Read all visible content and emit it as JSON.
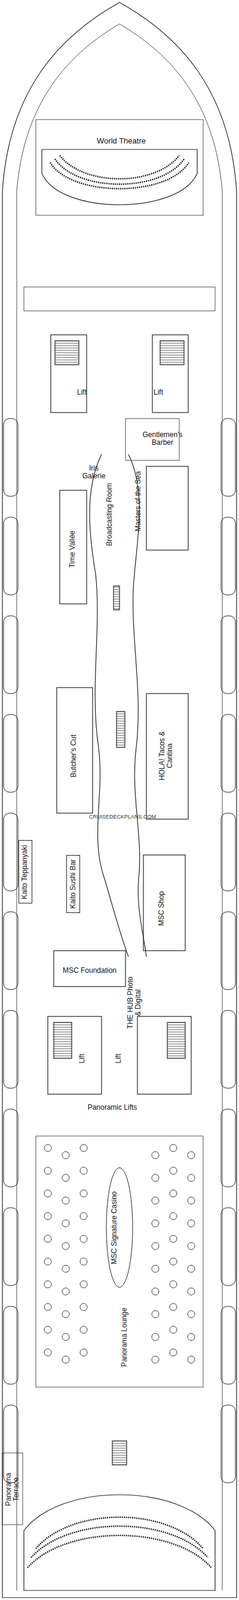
{
  "diagram": {
    "nodes": [
      {
        "text": [
          "Kaito Teppanyaki"
        ]
      },
      {
        "text": [
          "Kaito Sushi Bar"
        ]
      }
    ],
    "labels": [
      "World Theatre",
      "Lift",
      "Lift",
      "Gentlemen's Barber",
      "Iris Galerie",
      "Time Vallée",
      "Broadcasting Room",
      "Masters of the Sea",
      "Butcher's Cut",
      "HOLA! Tacos & Cantina",
      "CRUISEDECKPLANS.COM",
      "MSC Shop",
      "MSC Foundation",
      "THE HUB Photo & Digital",
      "Lift",
      "Lift",
      "Panoramic Lifts",
      "MSC Signature Casino",
      "Panorama Lounge",
      "Panorama Terrace"
    ]
  }
}
